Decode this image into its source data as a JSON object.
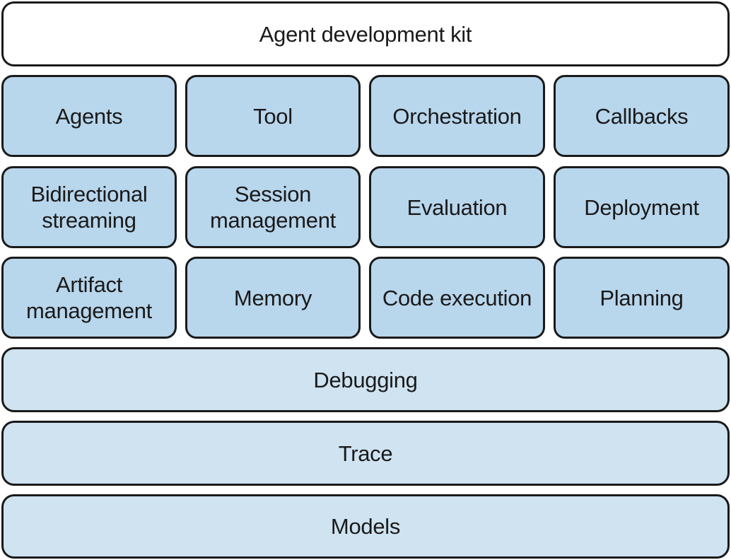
{
  "header": {
    "label": "Agent development kit"
  },
  "modules": [
    {
      "label": "Agents"
    },
    {
      "label": "Tool"
    },
    {
      "label": "Orchestration"
    },
    {
      "label": "Callbacks"
    },
    {
      "label": "Bidirectional\nstreaming"
    },
    {
      "label": "Session\nmanagement"
    },
    {
      "label": "Evaluation"
    },
    {
      "label": "Deployment"
    },
    {
      "label": "Artifact\nmanagement"
    },
    {
      "label": "Memory"
    },
    {
      "label": "Code execution"
    },
    {
      "label": "Planning"
    }
  ],
  "layers": [
    {
      "label": "Debugging"
    },
    {
      "label": "Trace"
    },
    {
      "label": "Models"
    }
  ],
  "colors": {
    "header_fill": "#ffffff",
    "module_fill": "#b8d6ec",
    "layer_fill": "#cfe3f1",
    "border": "#1a1a1a"
  }
}
